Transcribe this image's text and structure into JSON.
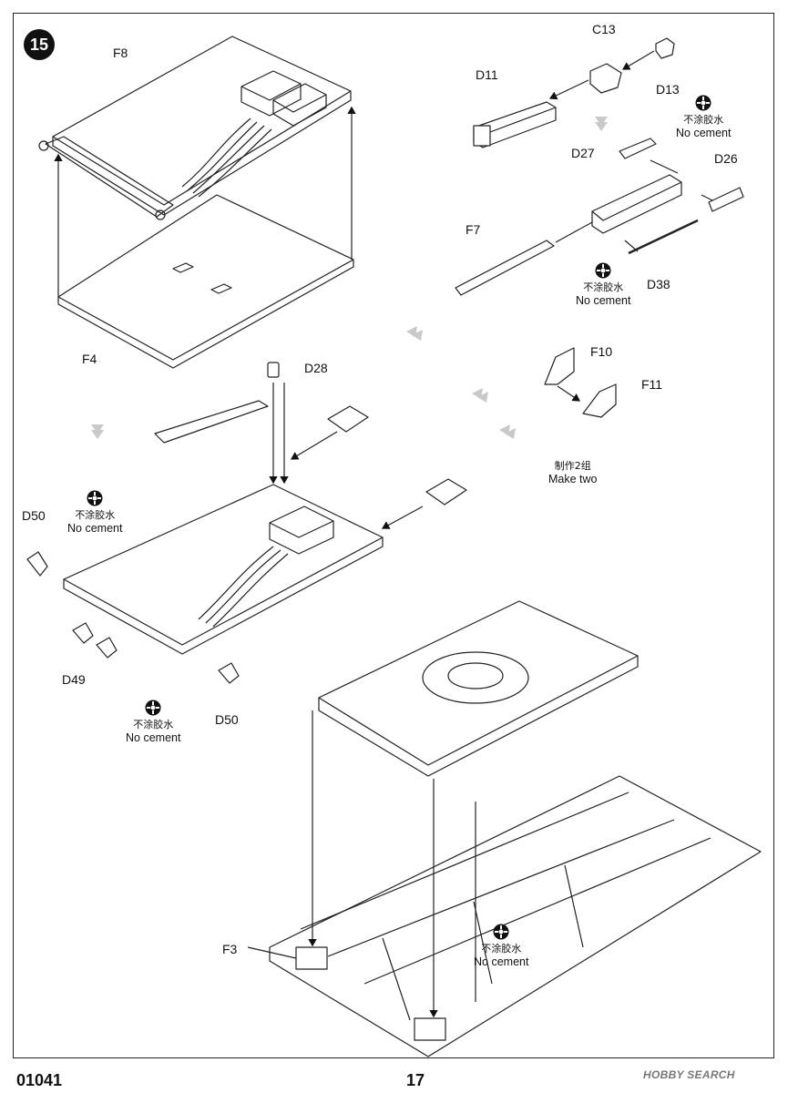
{
  "step": "15",
  "parts": {
    "f8": "F8",
    "f4": "F4",
    "c13": "C13",
    "d11": "D11",
    "d13": "D13",
    "d27": "D27",
    "d26": "D26",
    "f7": "F7",
    "d38": "D38",
    "d28": "D28",
    "f10": "F10",
    "f11": "F11",
    "d50a": "D50",
    "d49": "D49",
    "d50b": "D50",
    "f3": "F3"
  },
  "notes": {
    "no_cement_cn": "不涂胶水",
    "no_cement_en": "No cement",
    "make_two_cn": "制作2组",
    "make_two_en": "Make two"
  },
  "footer": {
    "product_code": "01041",
    "page_number": "17",
    "watermark": "HOBBY SEARCH"
  },
  "icons": [
    "no-cement-icon",
    "assembly-arrow-icon"
  ]
}
